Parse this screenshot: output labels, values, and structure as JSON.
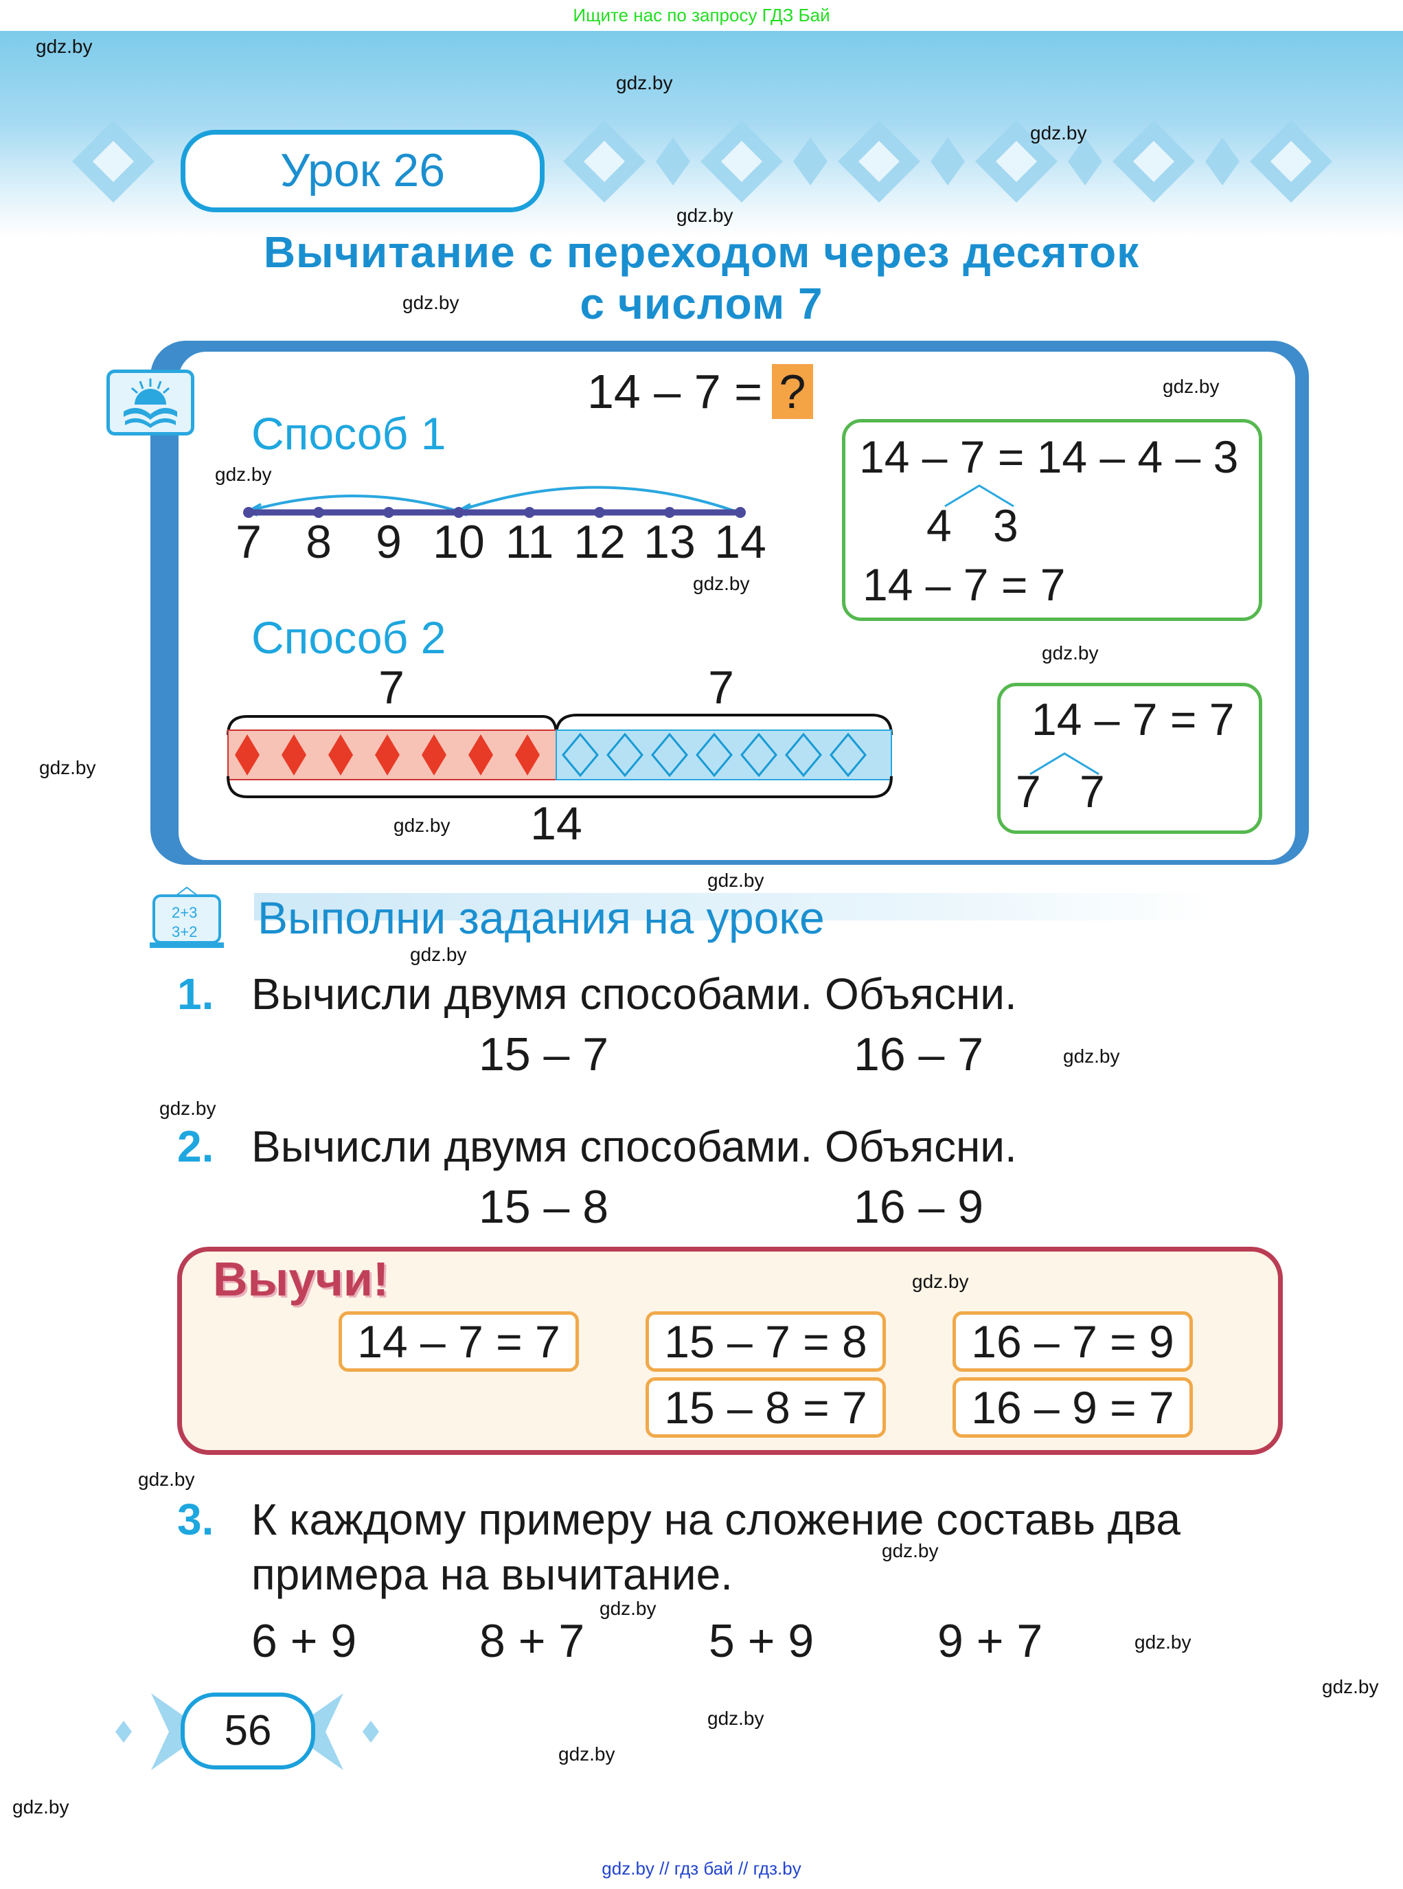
{
  "top_banner": "Ищите нас по запросу ГДЗ Бай",
  "lesson": {
    "label": "Урок 26"
  },
  "title": {
    "line1": "Вычитание с переходом через десяток",
    "line2": "с числом 7"
  },
  "example": {
    "expression": "14 – 7 =",
    "unknown": "?"
  },
  "method1": {
    "label": "Способ 1",
    "number_line": [
      "7",
      "8",
      "9",
      "10",
      "11",
      "12",
      "13",
      "14"
    ],
    "box": {
      "line1": "14 – 7 = 14 – 4 – 3",
      "split_left": "4",
      "split_right": "3",
      "line3": "14 – 7 = 7"
    }
  },
  "method2": {
    "label": "Способ 2",
    "left_part": "7",
    "right_part": "7",
    "whole": "14",
    "box": {
      "line1": "14 – 7 = 7",
      "split_left": "7",
      "split_right": "7"
    }
  },
  "section": {
    "icon_top": "2+3",
    "icon_bottom": "3+2",
    "title": "Выполни задания на уроке"
  },
  "tasks": [
    {
      "num": "1.",
      "text": "Вычисли двумя способами. Объясни.",
      "exprs": [
        "15 – 7",
        "16 – 7"
      ]
    },
    {
      "num": "2.",
      "text": "Вычисли двумя способами. Объясни.",
      "exprs": [
        "15 – 8",
        "16 – 9"
      ]
    },
    {
      "num": "3.",
      "text_line1": "К каждому примеру на сложение составь два",
      "text_line2": "примера на вычитание.",
      "exprs": [
        "6 + 9",
        "8 + 7",
        "5 + 9",
        "9 + 7"
      ]
    }
  ],
  "learn": {
    "title": "Выучи!",
    "cards": [
      "14 – 7 = 7",
      "15 – 7 = 8",
      "16 – 7 = 9",
      "15 – 8 = 7",
      "16 – 9 = 7"
    ]
  },
  "page_number": "56",
  "watermarks": [
    "gdz.by",
    "gdz.by",
    "gdz.by",
    "gdz.by",
    "gdz.by",
    "gdz.by",
    "gdz.by",
    "gdz.by",
    "gdz.by",
    "gdz.by",
    "gdz.by",
    "gdz.by",
    "gdz.by",
    "gdz.by",
    "gdz.by",
    "gdz.by",
    "gdz.by",
    "gdz.by",
    "gdz.by",
    "gdz.by",
    "gdz.by",
    "gdz.by",
    "gdz.by"
  ],
  "footer": "gdz.by  //  гдз бай  //  гдз.by",
  "colors": {
    "accent_blue": "#1a8fd0",
    "frame_blue": "#3e8ccb",
    "green_box": "#55b84f",
    "learn_red": "#b93d54",
    "card_orange": "#f0a94a",
    "question_orange": "#f4a345"
  }
}
